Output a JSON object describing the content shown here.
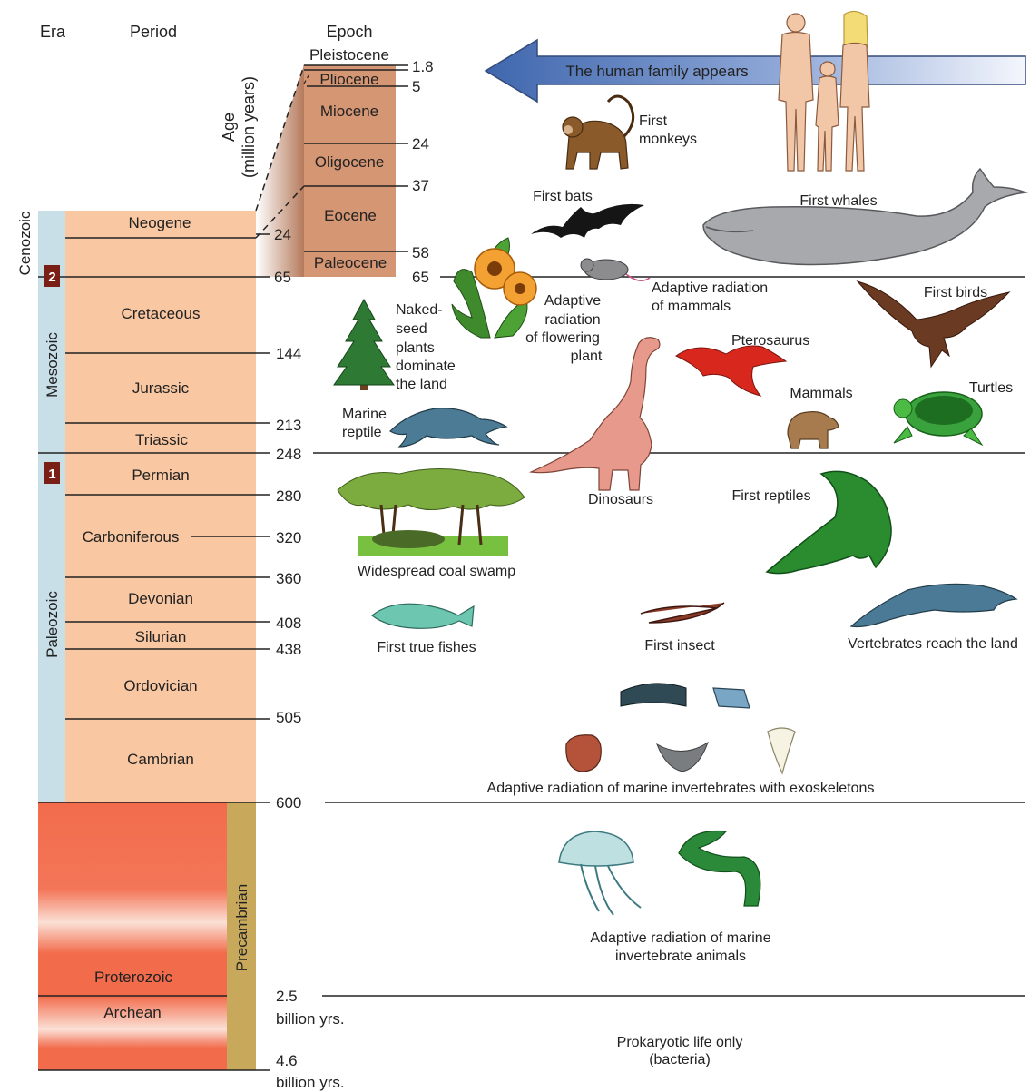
{
  "headers": {
    "era": "Era",
    "period": "Period",
    "epoch": "Epoch",
    "age_line1": "Age",
    "age_line2": "(million years)"
  },
  "eras": {
    "cenozoic": "Cenozoic",
    "mesozoic": "Mesozoic",
    "paleozoic": "Paleozoic",
    "precambrian": "Precambrian",
    "proterozoic": "Proterozoic",
    "archean": "Archean"
  },
  "badges": {
    "two": "2",
    "one": "1"
  },
  "periods": {
    "neogene": "Neogene",
    "cretaceous": "Cretaceous",
    "jurassic": "Jurassic",
    "triassic": "Triassic",
    "permian": "Permian",
    "carboniferous": "Carboniferous",
    "devonian": "Devonian",
    "silurian": "Silurian",
    "ordovician": "Ordovician",
    "cambrian": "Cambrian"
  },
  "epochs": {
    "pleistocene": "Pleistocene",
    "pliocene": "Pliocene",
    "miocene": "Miocene",
    "oligocene": "Oligocene",
    "eocene": "Eocene",
    "paleocene": "Paleocene"
  },
  "ages": {
    "e_1_8": "1.8",
    "e_5": "5",
    "e_24": "24",
    "e_37": "37",
    "e_58": "58",
    "e_65": "65",
    "p_24": "24",
    "p_65": "65",
    "p_144": "144",
    "p_213": "213",
    "p_248": "248",
    "p_280": "280",
    "p_320": "320",
    "p_360": "360",
    "p_408": "408",
    "p_438": "438",
    "p_505": "505",
    "p_600": "600",
    "b_2_5": "2.5",
    "b_4_6": "4.6",
    "billion_yrs": "billion yrs."
  },
  "events": {
    "human_family": "The human family appears",
    "first_monkeys_1": "First",
    "first_monkeys_2": "monkeys",
    "first_bats": "First bats",
    "first_whales": "First whales",
    "adaptive_flowering_1": "Adaptive",
    "adaptive_flowering_2": "radiation",
    "adaptive_flowering_3": "of flowering",
    "adaptive_flowering_4": "plant",
    "adaptive_mammals_1": "Adaptive radiation",
    "adaptive_mammals_2": "of mammals",
    "first_birds": "First birds",
    "naked_seed_1": "Naked-",
    "naked_seed_2": "seed",
    "naked_seed_3": "plants",
    "naked_seed_4": "dominate",
    "naked_seed_5": "the land",
    "pterosaurus": "Pterosaurus",
    "mammals": "Mammals",
    "turtles": "Turtles",
    "marine_reptile_1": "Marine",
    "marine_reptile_2": "reptile",
    "dinosaurs": "Dinosaurs",
    "first_reptiles": "First reptiles",
    "coal_swamp": "Widespread coal swamp",
    "first_true_fishes": "First true fishes",
    "first_insect": "First insect",
    "vertebrates_land": "Vertebrates reach the land",
    "marine_exo": "Adaptive radiation of marine invertebrates with exoskeletons",
    "marine_animals_1": "Adaptive radiation of marine",
    "marine_animals_2": "invertebrate animals",
    "prokaryotic_1": "Prokaryotic life only",
    "prokaryotic_2": "(bacteria)"
  },
  "colors": {
    "period_fill": "#f9c7a1",
    "epoch_fill": "#d59674",
    "era_bar": "#c8dfe8",
    "precambrian_bar": "#c8a95b",
    "proterozoic_fill": "#f26f4f",
    "badge": "#7a1f16",
    "arrow_fill": "#4a72b8"
  }
}
